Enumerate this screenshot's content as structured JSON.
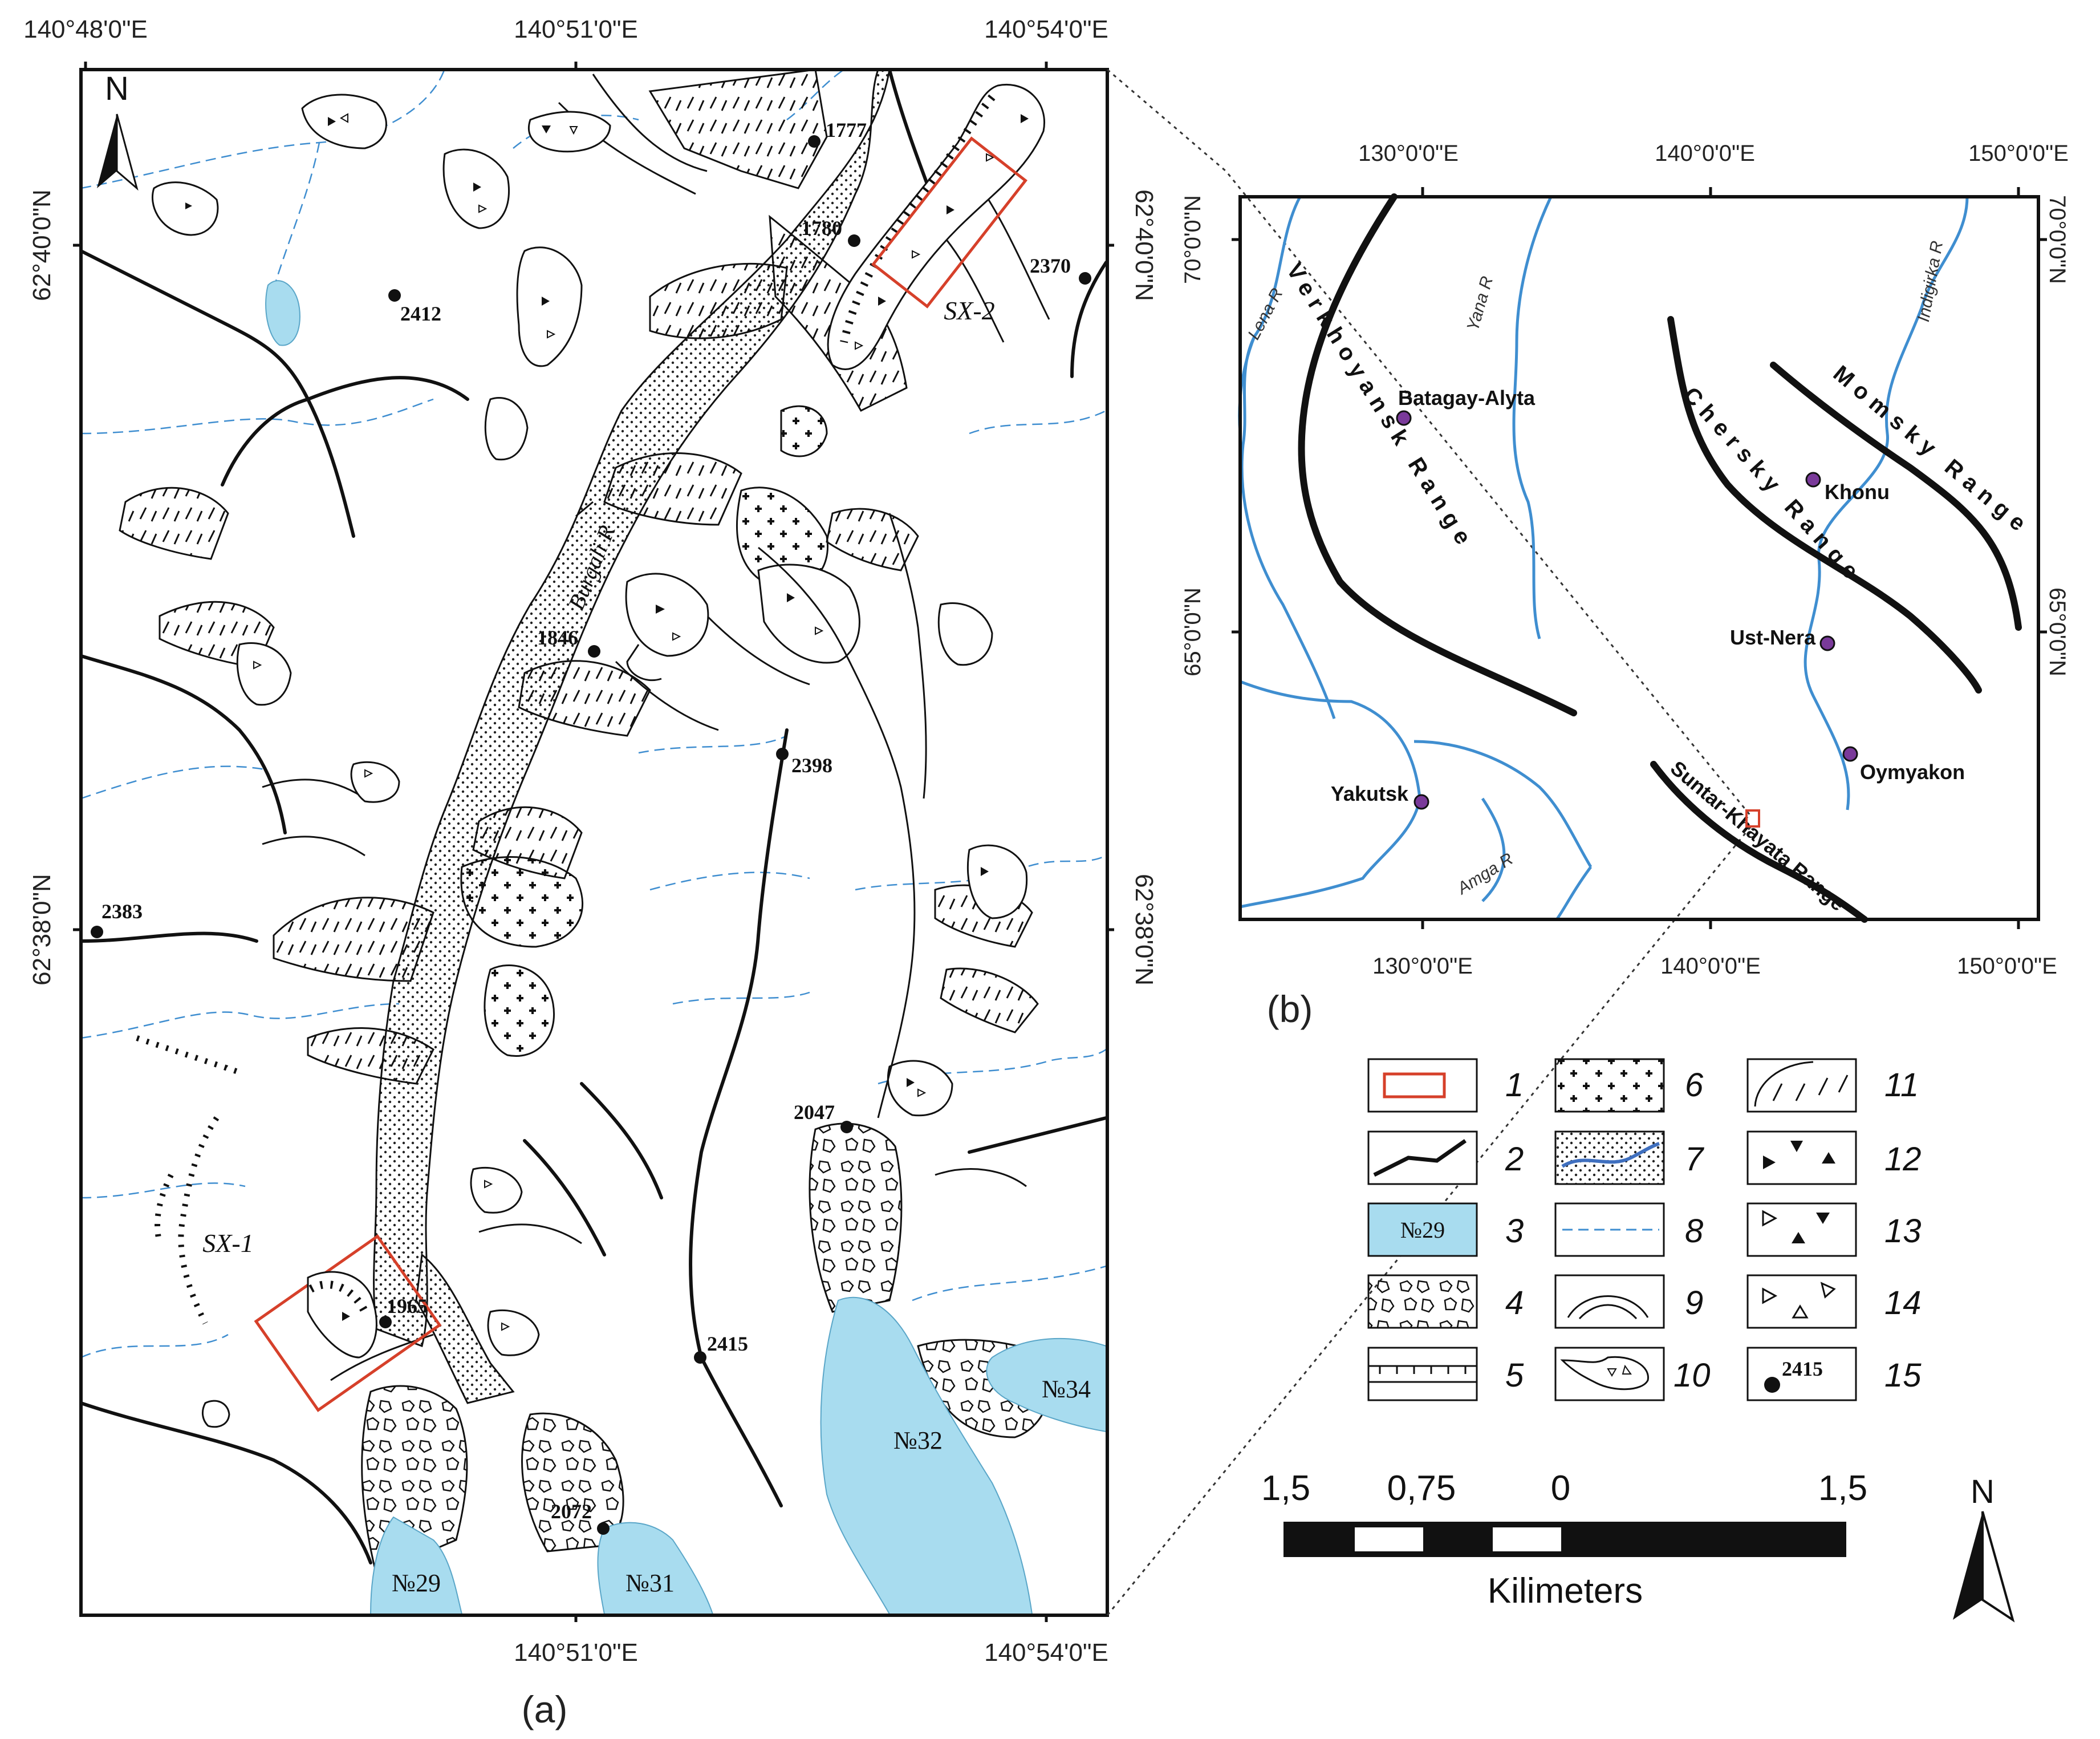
{
  "map_a": {
    "caption": "(a)",
    "top_lon": [
      "140°48'0\"E",
      "140°51'0\"E",
      "140°54'0\"E"
    ],
    "bottom_lon": [
      "140°51'0\"E",
      "140°54'0\"E"
    ],
    "left_lat": [
      "62°40'0\"N",
      "62°38'0\"N"
    ],
    "right_lat": [
      "62°40'0\"N",
      "62°38'0\"N"
    ],
    "north": "N",
    "river": "Burgali R",
    "sites": [
      "SX-1",
      "SX-2"
    ],
    "elevations": [
      "1777",
      "1780",
      "2370",
      "2412",
      "1846",
      "2398",
      "2383",
      "2047",
      "1965",
      "2415",
      "2072"
    ],
    "lakes": [
      "№29",
      "№31",
      "№32",
      "№34"
    ]
  },
  "map_b": {
    "caption": "(b)",
    "top_lon": [
      "130°0'0\"E",
      "140°0'0\"E",
      "150°0'0\"E"
    ],
    "bottom_lon": [
      "130°0'0\"E",
      "140°0'0\"E",
      "150°0'0\"E"
    ],
    "left_lat": [
      "70°0'0\"N",
      "65°0'0\"N"
    ],
    "right_lat": [
      "70°0'0\"N",
      "65°0'0\"N"
    ],
    "cities": [
      "Batagay-Alyta",
      "Khonu",
      "Ust-Nera",
      "Oymyakon",
      "Yakutsk"
    ],
    "rivers": [
      "Lena R",
      "Yana R",
      "Indigirka R",
      "Amga R"
    ],
    "ranges": [
      "Verkhoyansk Range",
      "Chersky Range",
      "Momsky Range",
      "Suntar-Khayata Range"
    ]
  },
  "legend": {
    "numbers": [
      "1",
      "2",
      "3",
      "4",
      "5",
      "6",
      "7",
      "8",
      "9",
      "10",
      "11",
      "12",
      "13",
      "14",
      "15"
    ],
    "lake_sample": "№29",
    "elev_sample": "2415"
  },
  "scale": {
    "ticks": [
      "1,5",
      "0,75",
      "0",
      "1,5"
    ],
    "unit": "Kilimeters",
    "north": "N"
  },
  "colors": {
    "water": "#a8dcef",
    "stream": "#3f8ed0",
    "frame": "#d6402a",
    "point": "#7a3a9a"
  }
}
